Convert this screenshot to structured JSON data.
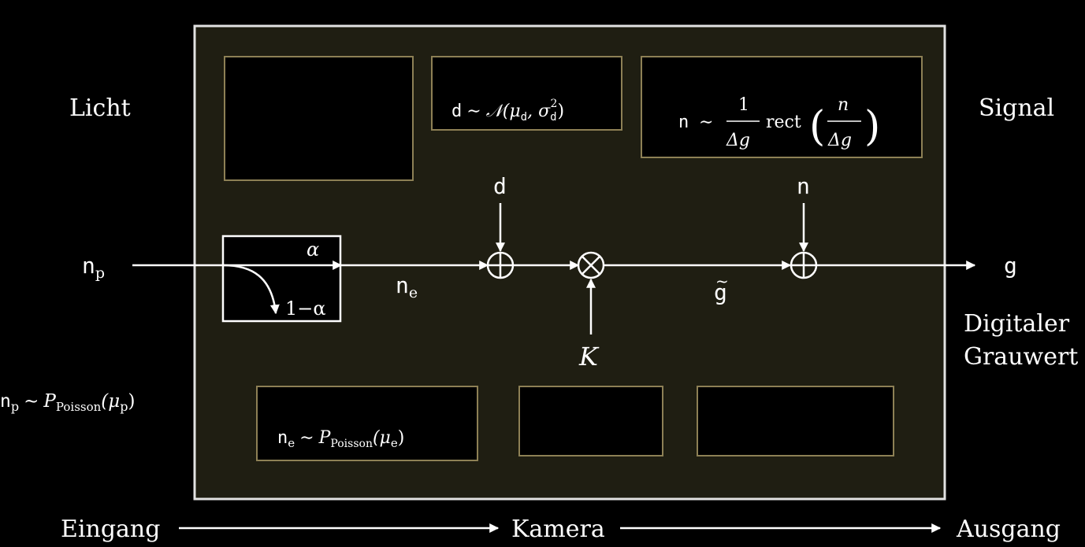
{
  "colors": {
    "background": "#000000",
    "camera_fill": "#1f1e12",
    "camera_border": "#e2e2e2",
    "panel_border": "#8d8055",
    "arrow": "#ffffff"
  },
  "labels": {
    "licht": "Licht",
    "signal": "Signal",
    "eingang": "Eingang",
    "kamera": "Kamera",
    "ausgang": "Ausgang",
    "digitaler": "Digitaler",
    "grauwert": "Grauwert"
  },
  "signals": {
    "input_base": "n",
    "input_sub": "p",
    "electrons_base": "n",
    "electrons_sub": "e",
    "dark": "d",
    "gain": "K",
    "analog": "g",
    "analog_accent": "~",
    "noise": "n",
    "output": "g"
  },
  "quantum_block": {
    "alpha": "α",
    "one_minus_alpha": "1−α"
  },
  "formulas": {
    "photon_dist": {
      "lhs": "n",
      "lhs_sub": "p",
      "rel": "∼",
      "P": "P",
      "P_sub": "Poisson",
      "arg": "(μ",
      "arg_sub": "p",
      "close": ")"
    },
    "electron_dist": {
      "lhs": "n",
      "lhs_sub": "e",
      "rel": "∼",
      "P": "P",
      "P_sub": "Poisson",
      "arg": "(μ",
      "arg_sub": "e",
      "close": ")"
    },
    "dark_dist": {
      "lhs": "d",
      "rel": "∼",
      "N": "𝒩",
      "open": "(μ",
      "mu_sub": "d",
      "comma": ", σ",
      "sig_sub": "d",
      "sig_sup": "2",
      "close": ")"
    },
    "quant_dist": {
      "lhs": "n",
      "rel": "∼",
      "num": "1",
      "den": "Δg",
      "rect": "rect",
      "frac_num": "n",
      "frac_den": "Δg",
      "open": "(",
      "close": ")"
    }
  }
}
